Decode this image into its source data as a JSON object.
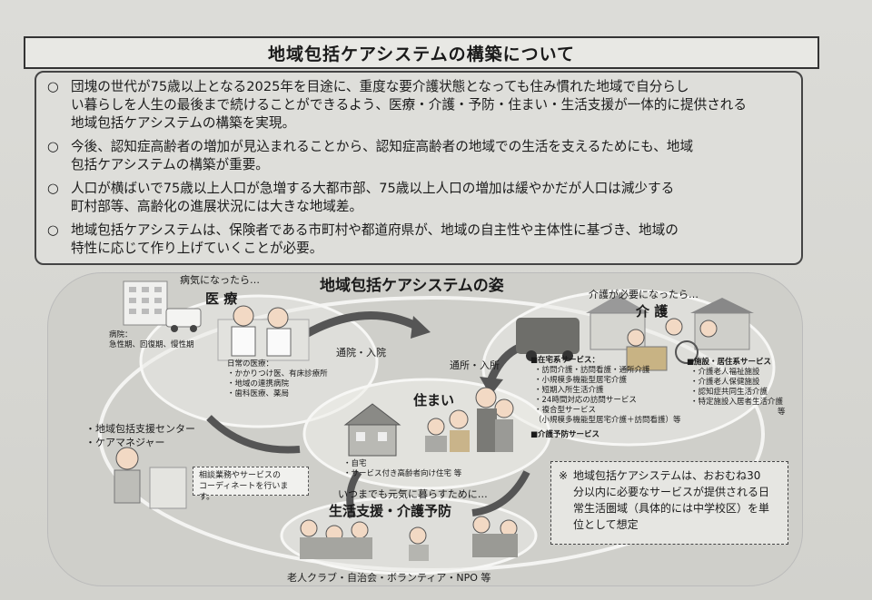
{
  "title": "地域包括ケアシステムの構築について",
  "bullet_mark": "○",
  "bullets": [
    {
      "l1": "団塊の世代が75歳以上となる2025年を目途に、重度な要介護状態となっても住み慣れた地域で自分らし",
      "l2": "い暮らしを人生の最後まで続けることができるよう、医療・介護・予防・住まい・生活支援が一体的に提供される",
      "l3": "地域包括ケアシステムの構築を実現。"
    },
    {
      "l1": "今後、認知症高齢者の増加が見込まれることから、認知症高齢者の地域での生活を支えるためにも、地域",
      "l2": "包括ケアシステムの構築が重要。"
    },
    {
      "l1": "人口が横ばいで75歳以上人口が急増する大都市部、75歳以上人口の増加は緩やかだが人口は減少する",
      "l2": "町村部等、高齢化の進展状況には大きな地域差。"
    },
    {
      "l1": "地域包括ケアシステムは、保険者である市町村や都道府県が、地域の自主性や主体性に基づき、地域の",
      "l2": "特性に応じて作り上げていくことが必要。"
    }
  ],
  "diagram": {
    "title": "地域包括ケアシステムの姿",
    "medical": {
      "caption": "病気になったら…",
      "heading": "医 療",
      "hospital_label": "病院：",
      "hospital_types": "急性期、回復期、慢性期",
      "daily_label": "日常の医療：",
      "daily_items": [
        "・かかりつけ医、有床診療所",
        "・地域の連携病院",
        "・歯科医療、薬局"
      ]
    },
    "care": {
      "caption": "介護が必要になったら…",
      "heading": "介 護",
      "home_services_heading": "■在宅系サービス：",
      "home_services": [
        "・訪問介護・訪問看護・通所介護",
        "・小規模多機能型居宅介護",
        "・短期入所生活介護",
        "・24時間対応の訪問サービス",
        "・複合型サービス",
        "（小規模多機能型居宅介護＋訪問看護）等"
      ],
      "prevention_service": "■介護予防サービス",
      "facility_heading": "■施設・居住系サービス",
      "facility_items": [
        "・介護老人福祉施設",
        "・介護老人保健施設",
        "・認知症共同生活介護",
        "・特定施設入居者生活介護"
      ],
      "facility_suffix": "等"
    },
    "housing": {
      "heading": "住まい",
      "items": [
        "・自宅",
        "・サービス付き高齢者向け住宅 等"
      ]
    },
    "arrow_hospital": "通院・入院",
    "arrow_care": "通所・入所",
    "support_center": [
      "・地域包括支援センター",
      "・ケアマネジャー"
    ],
    "consult_box": [
      "相談業務やサービスの",
      "コーディネートを行います。"
    ],
    "life_support": {
      "caption": "いつまでも元気に暮らすために…",
      "heading": "生活支援・介護予防",
      "groups": "老人クラブ・自治会・ボランティア・NPO 等"
    },
    "note": {
      "mark": "※",
      "lines": [
        "地域包括ケアシステムは、おおむね30",
        "分以内に必要なサービスが提供される日",
        "常生活圏域（具体的には中学校区）を単",
        "位として想定"
      ]
    }
  }
}
